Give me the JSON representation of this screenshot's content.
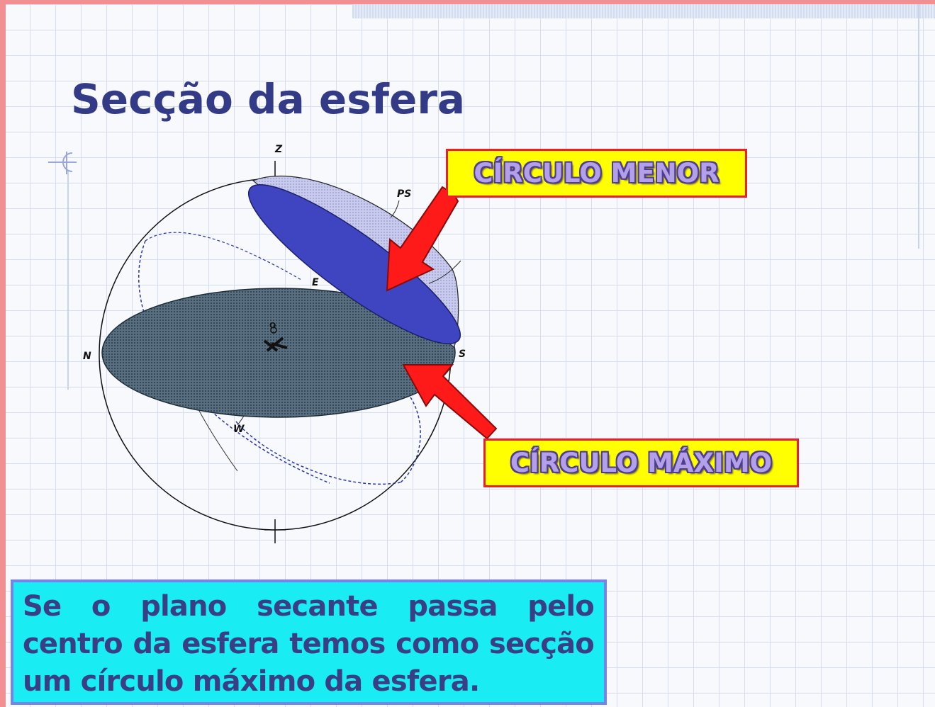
{
  "slide": {
    "title": "Secção da esfera",
    "caption": "Se o plano secante passa pelo centro da esfera temos como secção um círculo máximo da esfera."
  },
  "callouts": {
    "circulo_menor": "CÍRCULO MENOR",
    "circulo_maximo": "CÍRCULO MÁXIMO"
  },
  "diagram": {
    "labels": {
      "zenith": "Z",
      "ps": "PS",
      "east": "E",
      "north": "N",
      "south": "S",
      "west": "W",
      "center": "O"
    }
  },
  "colors": {
    "title": "#333a86",
    "small_circle_fill": "#3f45c0",
    "small_circle_back": "#c7c9ec",
    "great_circle_fill": "#4d6474",
    "callout_background": "#ffff00",
    "callout_border": "#e8202a",
    "arrow": "#ff1a1a",
    "caption_background": "#19ecf2",
    "caption_border": "#7584e6",
    "frame_border": "#f28f93"
  }
}
